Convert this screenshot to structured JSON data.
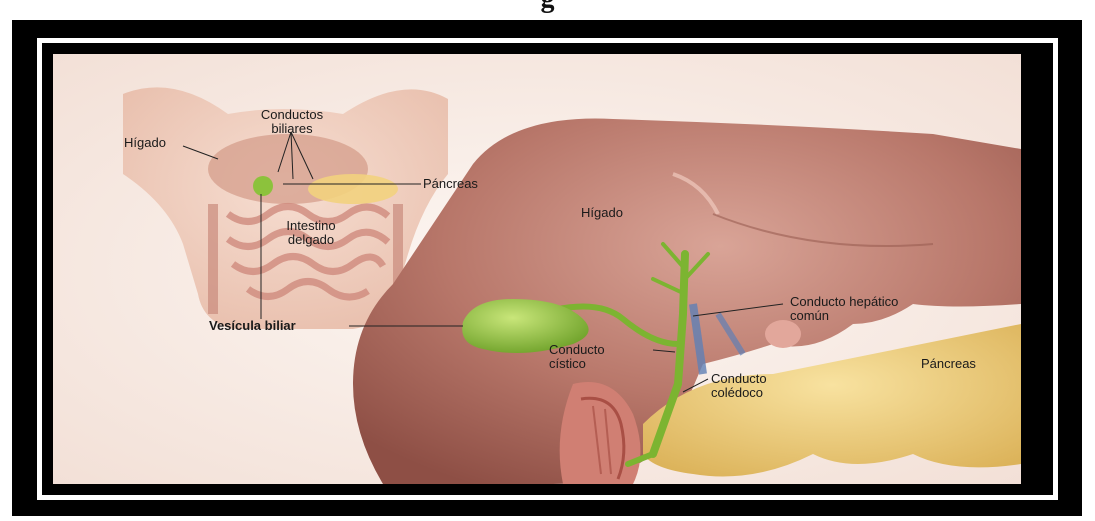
{
  "header": {
    "title": "g"
  },
  "labels": {
    "inset_higado": "Hígado",
    "inset_conductos_line1": "Conductos",
    "inset_conductos_line2": "biliares",
    "inset_pancreas": "Páncreas",
    "inset_intestino_line1": "Intestino",
    "inset_intestino_line2": "delgado",
    "vesicula": "Vesícula biliar",
    "main_higado": "Hígado",
    "hepatico_line1": "Conducto hepático",
    "hepatico_line2": "común",
    "cistico_line1": "Conducto",
    "cistico_line2": "cístico",
    "main_pancreas": "Páncreas",
    "coledoco_line1": "Conducto",
    "coledoco_line2": "colédoco"
  },
  "colors": {
    "liver": "#b8776a",
    "liver_shadow": "#8e4f45",
    "skin": "#efc9b8",
    "gallbladder": "#8cc23c",
    "duct": "#6ea82b",
    "pancreas": "#f2d27e",
    "intestine": "#d9968a",
    "background": "#fbf3ee"
  }
}
